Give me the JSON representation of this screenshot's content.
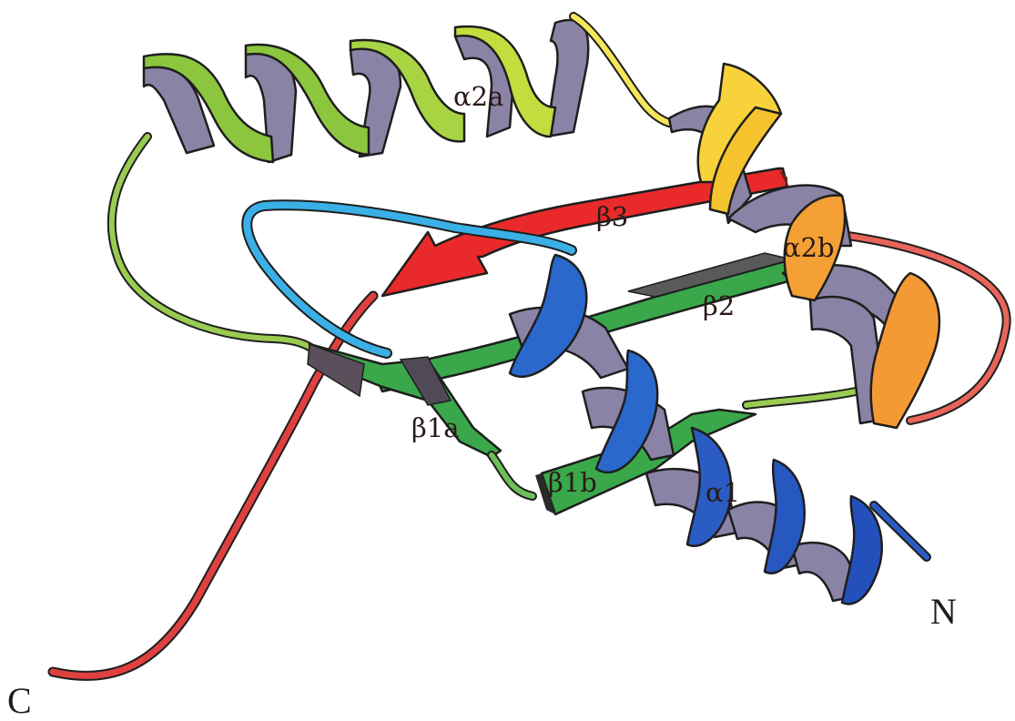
{
  "labels": {
    "alpha2a": "α2a",
    "alpha2b": "α2b",
    "beta3": "β3",
    "beta2": "β2",
    "beta1a": "β1a",
    "beta1b": "β1b",
    "alpha1": "α1",
    "n_terminus": "N",
    "c_terminus": "C"
  },
  "colors": {
    "helix_back": "#8a83a6",
    "helix_back_dark": "#6f6890",
    "alpha2a_green": "#8cc63e",
    "alpha2a_yellowgreen": "#c4dc3e",
    "linker_yellow": "#f4e65a",
    "alpha2b_yellow": "#f7d23a",
    "alpha2b_orange": "#f49a35",
    "beta3_red": "#ea2a2a",
    "beta_green": "#3aa84a",
    "loop_cyan": "#3aa8e0",
    "alpha1_blue": "#2460c8",
    "coil_red": "#e04040",
    "coil_green": "#9acb52",
    "outline": "#1e1e1e"
  }
}
